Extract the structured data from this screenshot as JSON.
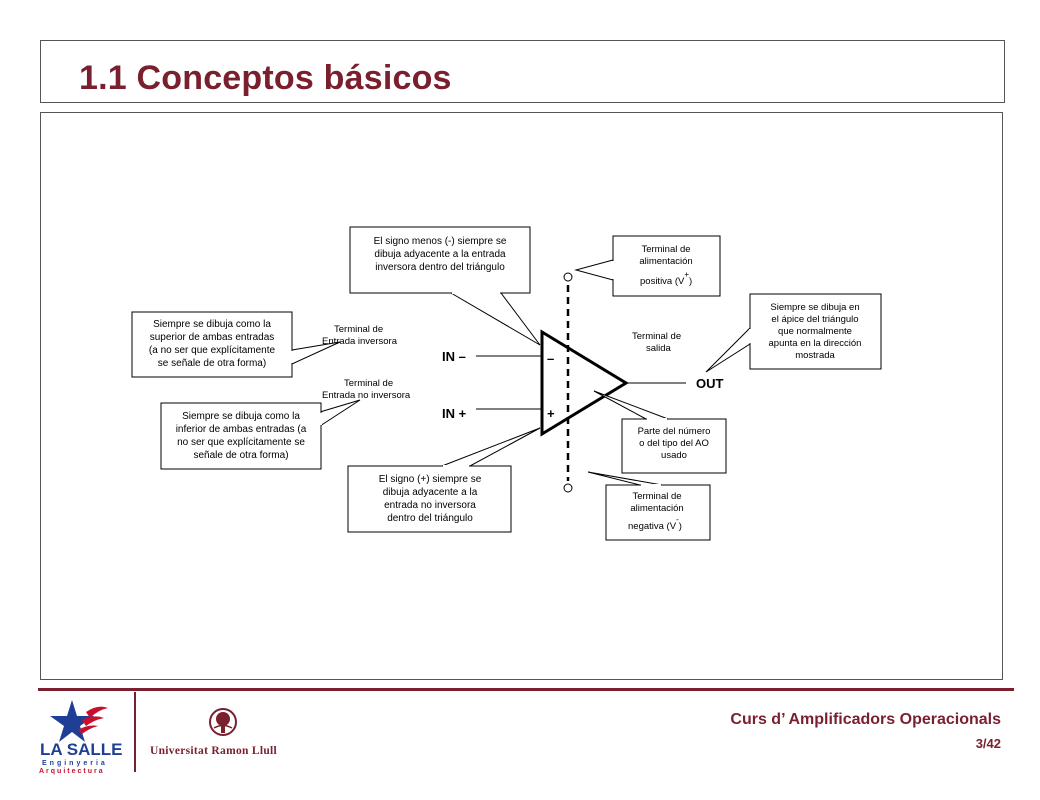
{
  "slide": {
    "title": "1.1 Conceptos básicos"
  },
  "diagram": {
    "pins": {
      "in_minus": "IN –",
      "in_plus": "IN +",
      "out": "OUT",
      "minus_sign": "–",
      "plus_sign": "+"
    },
    "labels": {
      "inv_line1": "Terminal de",
      "inv_line2": "Entrada inversora",
      "noninv_line1": "Terminal de",
      "noninv_line2": "Entrada no inversora",
      "out_line1": "Terminal de",
      "out_line2": "salida"
    },
    "callouts": {
      "minus_sign": [
        "El signo menos (-) siempre se",
        "dibuja adyacente a la entrada",
        "inversora dentro del triángulo"
      ],
      "pos_supply": [
        "Terminal de",
        "alimentación",
        "positiva (V",
        "+",
        ")"
      ],
      "superior_input": [
        "Siempre se dibuja como la",
        "superior de ambas entradas",
        "(a no ser que explícitamente",
        "se señale de otra forma)"
      ],
      "apex": [
        "Siempre se dibuja en",
        "el ápice  del triángulo",
        "que normalmente",
        "apunta en la dirección",
        "mostrada"
      ],
      "inferior_input": [
        "Siempre se dibuja como la",
        "inferior de ambas entradas (a",
        "no ser que explícitamente se",
        "señale de otra forma)"
      ],
      "part_number": [
        "Parte del número",
        "o del tipo del AO",
        "usado"
      ],
      "plus_sign": [
        "El signo (+)  siempre se",
        "dibuja adyacente a la",
        "entrada no inversora",
        "dentro del triángulo"
      ],
      "neg_supply": [
        "Terminal de",
        "alimentación",
        "negativa (V",
        "-",
        ")"
      ]
    }
  },
  "footer": {
    "course": "Curs d’ Amplificadors Operacionals",
    "page": "3/42",
    "logo_text": "LA SALLE",
    "logo_sub1": "Enginyeria",
    "logo_sub2": "Arquitectura",
    "university": "Universitat Ramon Llull"
  },
  "colors": {
    "brand": "#7a1f2e",
    "logo_blue": "#1f3f94",
    "logo_red": "#c8102e"
  }
}
